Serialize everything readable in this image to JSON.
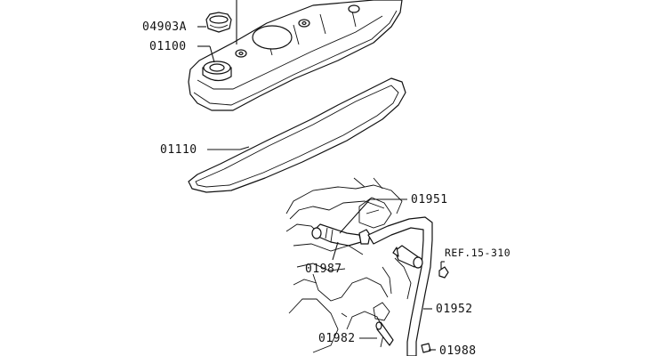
{
  "labels": {
    "oil_filler_cap": "04903A",
    "rocker_cover": "01100",
    "gasket": "01110",
    "breather_hose_upper": "01951",
    "hose_clamp": "01987",
    "reference": "REF.15-310",
    "breather_hose_lower": "01952",
    "pipe": "01982",
    "clip": "01988"
  }
}
